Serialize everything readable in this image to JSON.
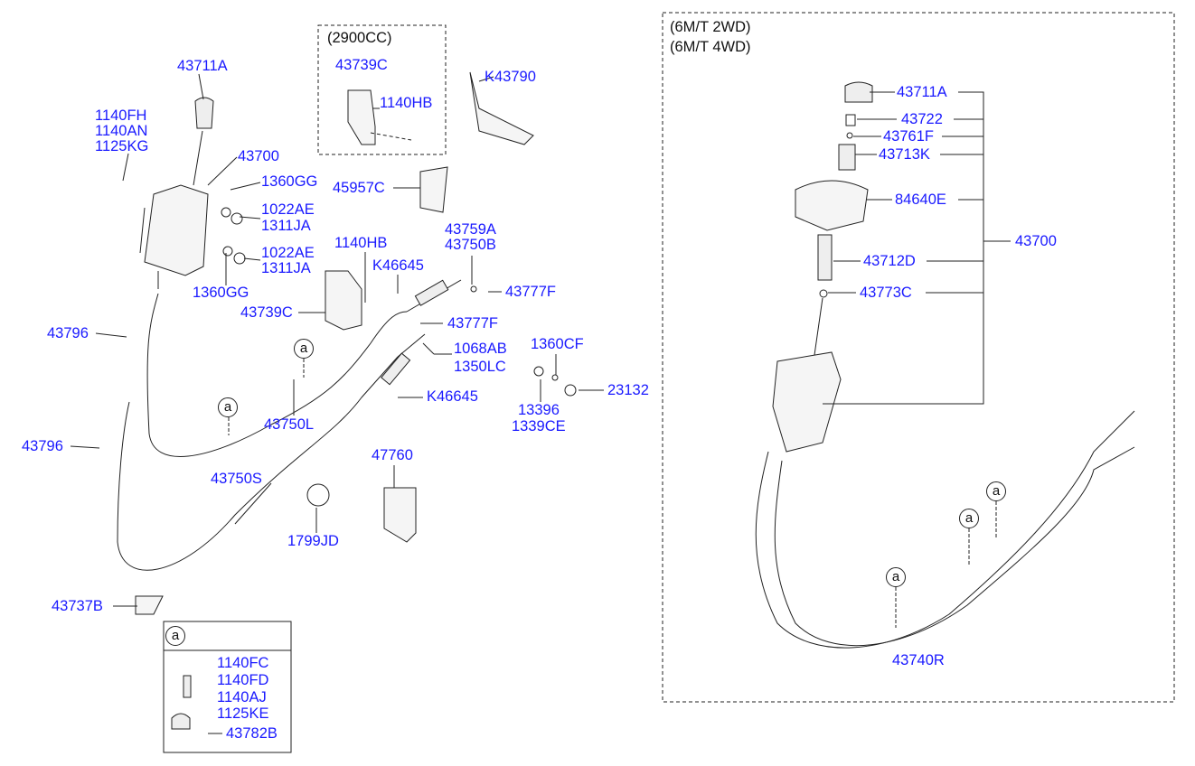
{
  "left_group": {
    "knob": "43711A",
    "bolts": [
      "1140FH",
      "1140AN",
      "1125KG"
    ],
    "shifter": "43700",
    "washer_top": "1360GG",
    "nut_top": [
      "1022AE",
      "1311JA"
    ],
    "nut_bottom": [
      "1022AE",
      "1311JA"
    ],
    "washer_bottom": "1360GG",
    "bolt_mid": "1140HB",
    "clip_upper": "K46645",
    "bracket_mid": "43739C",
    "bushing": [
      "43759A",
      "43750B"
    ],
    "clip_pin_upper": "43777F",
    "clip_pin_lower": "43777F",
    "washer_set": [
      "1068AB",
      "1350LC"
    ],
    "nut_right": "1360CF",
    "nut_pair": [
      "13396",
      "1339CE"
    ],
    "bushing_right": "23132",
    "clip_lower": "K46645",
    "retainer_upper": "43796",
    "retainer_lower": "43796",
    "cable_select": "43750L",
    "cable_shift": "43750S",
    "bracket_47760": "47760",
    "clamp": "1799JD",
    "bracket_bottom": "43737B",
    "variant_box": {
      "title": "(2900CC)",
      "bracket": "43739C",
      "bolt": "1140HB"
    },
    "bracket_k": "K43790",
    "heat_shield": "45957C"
  },
  "detail_a": {
    "marker": "a",
    "bolts": [
      "1140FC",
      "1140FD",
      "1140AJ",
      "1125KE"
    ],
    "clip": "43782B"
  },
  "right_group": {
    "variants": [
      "(6M/T 2WD)",
      "(6M/T 4WD)"
    ],
    "knob": "43711A",
    "spring": "43722",
    "ball": "43761F",
    "lever_top": "43713K",
    "boot": "84640E",
    "assembly": "43700",
    "lever_lower": "43712D",
    "ring": "43773C",
    "cable": "43740R"
  },
  "markers": [
    "a",
    "a",
    "a",
    "a",
    "a"
  ]
}
